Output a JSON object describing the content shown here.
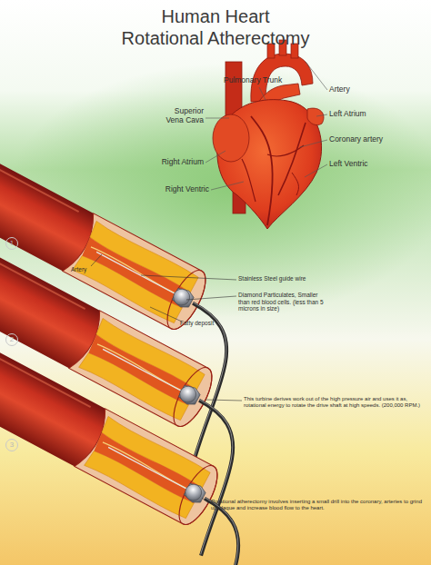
{
  "diagram": {
    "title": "Human Heart Rotational Atherectomy",
    "labels": [
      "Pulmonary Trunk",
      "Superior Vena Cava",
      "Right Atrium",
      "Right Ventric",
      "Artery",
      "Left Atrium",
      "Coronary artery",
      "Left Ventric",
      "1",
      "Artery",
      "Stainless Steel guide wire",
      "Diamond Particulates, Smaller than red blood cells. (less than 5 microns in size)",
      "Fatty deposit",
      "2",
      "This turbine derives work out of the high pressure air and uses it as, rotational energy to rotate the drive shaft at high speeds. (200,000 RPM.)",
      "3",
      "Rotational atherectomy involves inserting a small drill into the coronary, arteries to grind up plaque and increase blood flow to the heart."
    ]
  }
}
